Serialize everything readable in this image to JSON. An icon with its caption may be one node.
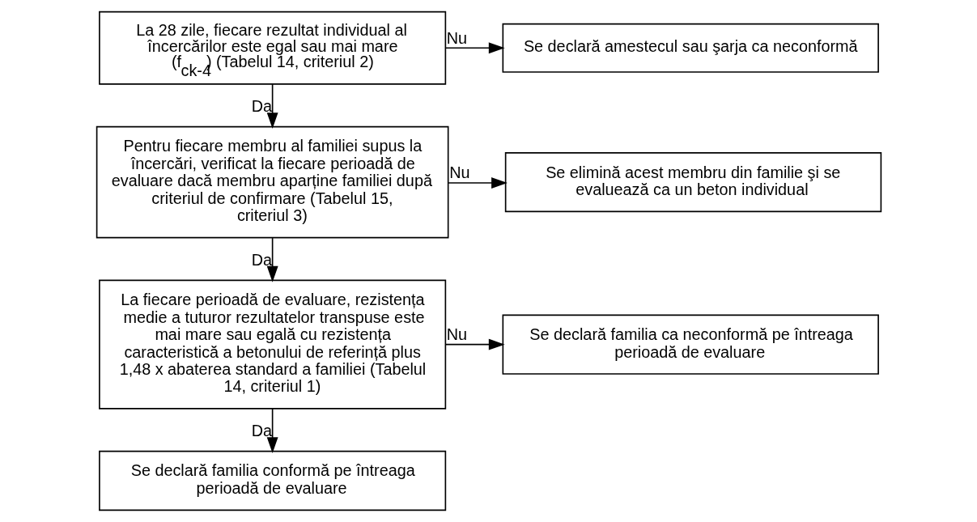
{
  "diagram": {
    "nodes": [
      {
        "text": [
          "La 28 zile, fiecare rezultat individual al încercărilor este egal sau mai mare (f$_{ck-4}$) (Tabelul 14, criteriul 2)"
        ]
      },
      {
        "text": [
          "Se declară amestecul sau şarja ca neconformă"
        ]
      },
      {
        "text": [
          "Pentru fiecare membru al familiei supus la încercări, verificat la fiecare perioadă de evaluare dacă membru aparține familiei după criteriul de confirmare (Tabelul 15, criteriul 3)"
        ]
      },
      {
        "text": [
          "Se elimină acest membru din familie şi se evaluează ca un beton individual"
        ]
      },
      {
        "text": [
          "La fiecare perioadă de evaluare, rezistența medie a tuturor rezultatelor transpuse este mai mare sau egală cu rezistența caracteristică a betonului de referință plus 1,48 x abaterea standard a familiei (Tabelul 14, criteriul 1)"
        ]
      },
      {
        "text": [
          "Se declară familia ca neconformă pe întreaga perioadă de evaluare"
        ]
      },
      {
        "text": [
          "Se declară familia conformă pe întreaga perioadă de evaluare"
        ]
      }
    ],
    "edges": [
      {
        "from": 0,
        "to": 1,
        "arrow": "to",
        "label": "Nu"
      },
      {
        "from": 0,
        "to": 2,
        "arrow": "to",
        "label": "Da"
      },
      {
        "from": 2,
        "to": 3,
        "arrow": "to",
        "label": "Nu"
      },
      {
        "from": 2,
        "to": 4,
        "arrow": "to",
        "label": "Da"
      },
      {
        "from": 4,
        "to": 5,
        "arrow": "to",
        "label": "Nu"
      },
      {
        "from": 4,
        "to": 6,
        "arrow": "to",
        "label": "Da"
      }
    ]
  }
}
